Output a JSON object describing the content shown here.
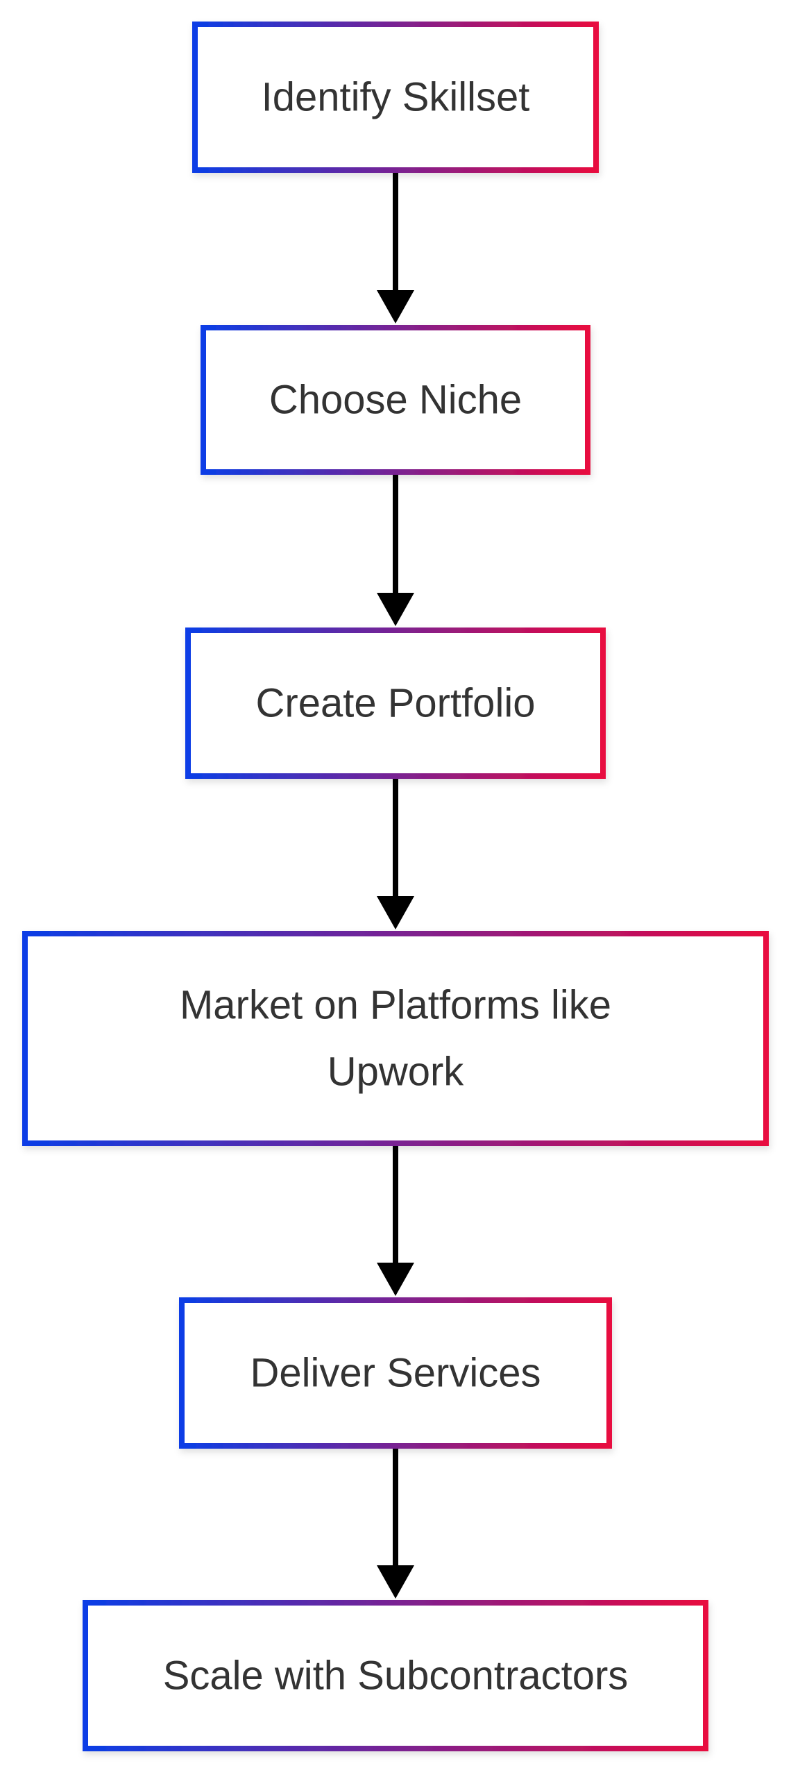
{
  "diagram": {
    "type": "flowchart",
    "direction": "top-to-bottom",
    "colors": {
      "border_start": "#0a3ee6",
      "border_end": "#e8073f",
      "text": "#333333",
      "arrow": "#000000",
      "node_fill": "#ffffff"
    },
    "nodes": [
      {
        "id": "n1",
        "lines": [
          "Identify Skillset"
        ]
      },
      {
        "id": "n2",
        "lines": [
          "Choose Niche"
        ]
      },
      {
        "id": "n3",
        "lines": [
          "Create Portfolio"
        ]
      },
      {
        "id": "n4",
        "lines": [
          "Market on Platforms like",
          "Upwork"
        ]
      },
      {
        "id": "n5",
        "lines": [
          "Deliver Services"
        ]
      },
      {
        "id": "n6",
        "lines": [
          "Scale with Subcontractors"
        ]
      }
    ],
    "edges": [
      {
        "from": "n1",
        "to": "n2"
      },
      {
        "from": "n2",
        "to": "n3"
      },
      {
        "from": "n3",
        "to": "n4"
      },
      {
        "from": "n4",
        "to": "n5"
      },
      {
        "from": "n5",
        "to": "n6"
      }
    ]
  }
}
